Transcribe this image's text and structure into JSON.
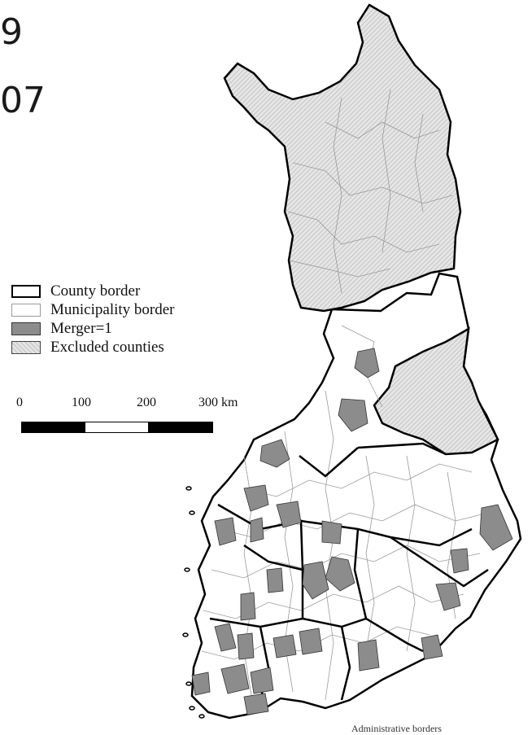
{
  "header": {
    "year_top": "9",
    "year_bottom": "07"
  },
  "legend": {
    "items": [
      {
        "key": "county",
        "label": "County border"
      },
      {
        "key": "muni",
        "label": "Municipality border"
      },
      {
        "key": "merger",
        "label": "Merger=1"
      },
      {
        "key": "excluded",
        "label": "Excluded counties"
      }
    ]
  },
  "scale": {
    "ticks": [
      "0",
      "100",
      "200",
      "300 km"
    ]
  },
  "footer": {
    "note": "Administrative borders"
  },
  "colors": {
    "excluded_fill": "#d9d9d9",
    "merger_fill": "#8c8c8c",
    "county_border": "#000000",
    "muni_border": "#9a9a9a"
  }
}
